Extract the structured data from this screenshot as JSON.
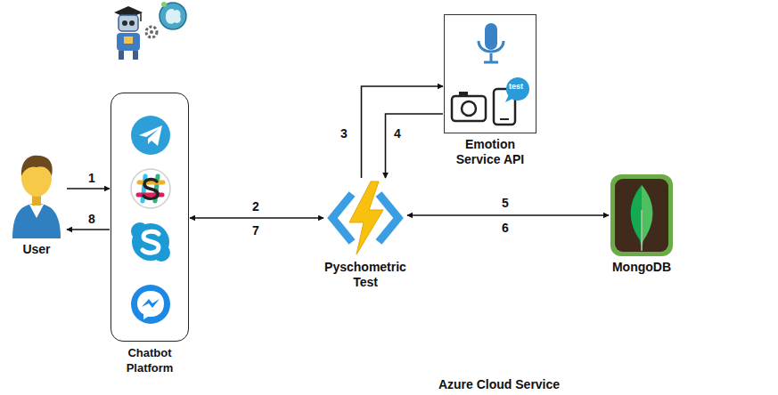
{
  "diagram": {
    "nodes": [
      {
        "text": [
          "User"
        ]
      },
      {
        "text": [
          "Chatbot Platform"
        ]
      },
      {
        "text": [
          "Azure Cloud Service"
        ]
      },
      {
        "text": [
          "Emotion Service API"
        ],
        "in": 2
      },
      {
        "text": [
          "Pyschometric Test"
        ],
        "in": 2
      },
      {
        "text": [
          "MongoDB"
        ],
        "in": 2
      }
    ],
    "edges": [
      {
        "from": 0,
        "to": 1,
        "arrow": "to",
        "label": "1"
      },
      {
        "from": 1,
        "to": 0,
        "arrow": "to",
        "label": "8"
      },
      {
        "from": 1,
        "to": 4,
        "arrow": "both",
        "label": "2"
      },
      {
        "from": 4,
        "to": 3,
        "arrow": "to",
        "label": "3"
      },
      {
        "from": 3,
        "to": 4,
        "arrow": "to",
        "label": "4"
      },
      {
        "from": 4,
        "to": 5,
        "arrow": "both",
        "label": "5"
      }
    ],
    "labels": [
      "7",
      "6",
      "test"
    ]
  }
}
